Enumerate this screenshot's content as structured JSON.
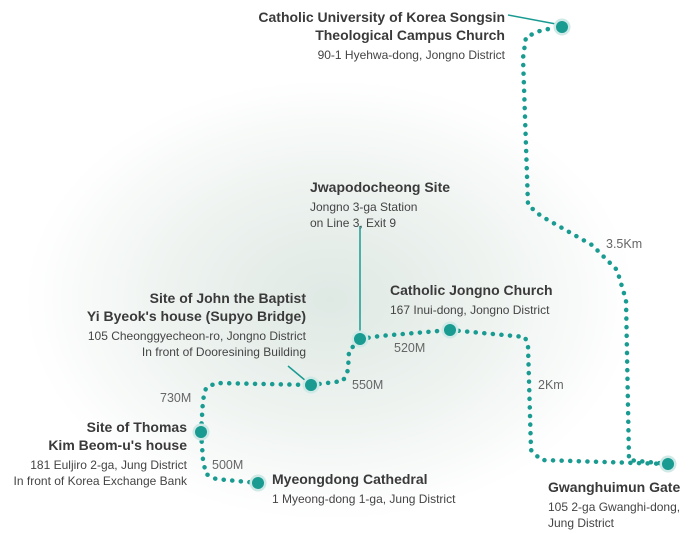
{
  "colors": {
    "route": "#1a9b92",
    "marker_fill": "#1a9b92",
    "marker_ring": "#cfe9e6",
    "leader_line": "#1a9b92"
  },
  "places": {
    "songsin": {
      "name_line1": "Catholic University of Korea Songsin",
      "name_line2": "Theological Campus Church",
      "address_line1": "90-1 Hyehwa-dong, Jongno District"
    },
    "jwapodocheong": {
      "name_line1": "Jwapodocheong Site",
      "address_line1": "Jongno 3-ga Station",
      "address_line2": "on Line 3, Exit 9"
    },
    "jongno_church": {
      "name_line1": "Catholic Jongno Church",
      "address_line1": "167 Inui-dong, Jongno District"
    },
    "supyo_bridge": {
      "name_line1": "Site of John the Baptist",
      "name_line2": "Yi Byeok's house (Supyo Bridge)",
      "address_line1": "105 Cheonggyecheon-ro, Jongno District",
      "address_line2": "In front of Dooresining Building"
    },
    "thomas_kim": {
      "name_line1": "Site of Thomas",
      "name_line2": "Kim Beom-u's house",
      "address_line1": "181 Euljiro 2-ga, Jung District",
      "address_line2": "In front of Korea Exchange Bank"
    },
    "myeongdong": {
      "name_line1": "Myeongdong Cathedral",
      "address_line1": "1 Myeong-dong 1-ga, Jung District"
    },
    "gwanghuimun": {
      "name_line1": "Gwanghuimun Gate",
      "address_line1": "105 2-ga Gwanghi-dong,",
      "address_line2": "Jung District"
    }
  },
  "distances": {
    "myeongdong_to_thomas": "500M",
    "thomas_to_supyo": "730M",
    "supyo_to_jwapodocheong": "550M",
    "jwapodocheong_to_jongno": "520M",
    "jongno_to_gwanghuimun": "2Km",
    "gwanghuimun_to_songsin": "3.5Km"
  }
}
